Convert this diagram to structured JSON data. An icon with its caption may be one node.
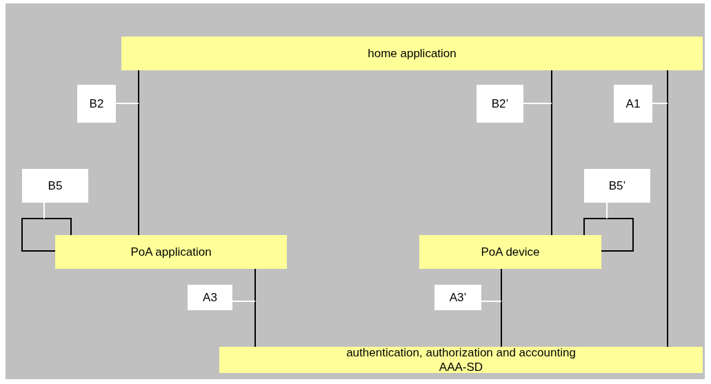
{
  "diagram": {
    "nodes": [
      {
        "text": [
          "home application"
        ]
      },
      {
        "text": [
          "B2"
        ]
      },
      {
        "text": [
          "B2’"
        ]
      },
      {
        "text": [
          "A1"
        ]
      },
      {
        "text": [
          "B5"
        ]
      },
      {
        "text": [
          "B5’"
        ]
      },
      {
        "text": [
          "PoA application"
        ]
      },
      {
        "text": [
          "PoA device"
        ]
      },
      {
        "text": [
          "A3"
        ]
      },
      {
        "text": [
          "A3’"
        ]
      },
      {
        "text": [
          "authentication, authorization and accounting",
          "AAA-SD"
        ]
      }
    ],
    "edges": [
      {
        "from": 0,
        "to": 6,
        "arrow": "none"
      },
      {
        "from": 0,
        "to": 7,
        "arrow": "none"
      },
      {
        "from": 0,
        "to": 10,
        "arrow": "none"
      },
      {
        "from": 6,
        "to": 10,
        "arrow": "none"
      },
      {
        "from": 7,
        "to": 10,
        "arrow": "none"
      },
      {
        "from": 6,
        "to": 6,
        "arrow": "none"
      },
      {
        "from": 7,
        "to": 7,
        "arrow": "none"
      },
      {
        "from": 1,
        "to": null,
        "arrow": "none",
        "color": "#ffffff"
      },
      {
        "from": 2,
        "to": null,
        "arrow": "none",
        "color": "#ffffff"
      },
      {
        "from": 3,
        "to": null,
        "arrow": "none",
        "color": "#ffffff"
      },
      {
        "from": 4,
        "to": null,
        "arrow": "none",
        "color": "#ffffff"
      },
      {
        "from": 5,
        "to": null,
        "arrow": "none",
        "color": "#ffffff"
      },
      {
        "from": 8,
        "to": null,
        "arrow": "none",
        "color": "#ffffff"
      },
      {
        "from": 9,
        "to": null,
        "arrow": "none",
        "color": "#ffffff"
      }
    ]
  }
}
